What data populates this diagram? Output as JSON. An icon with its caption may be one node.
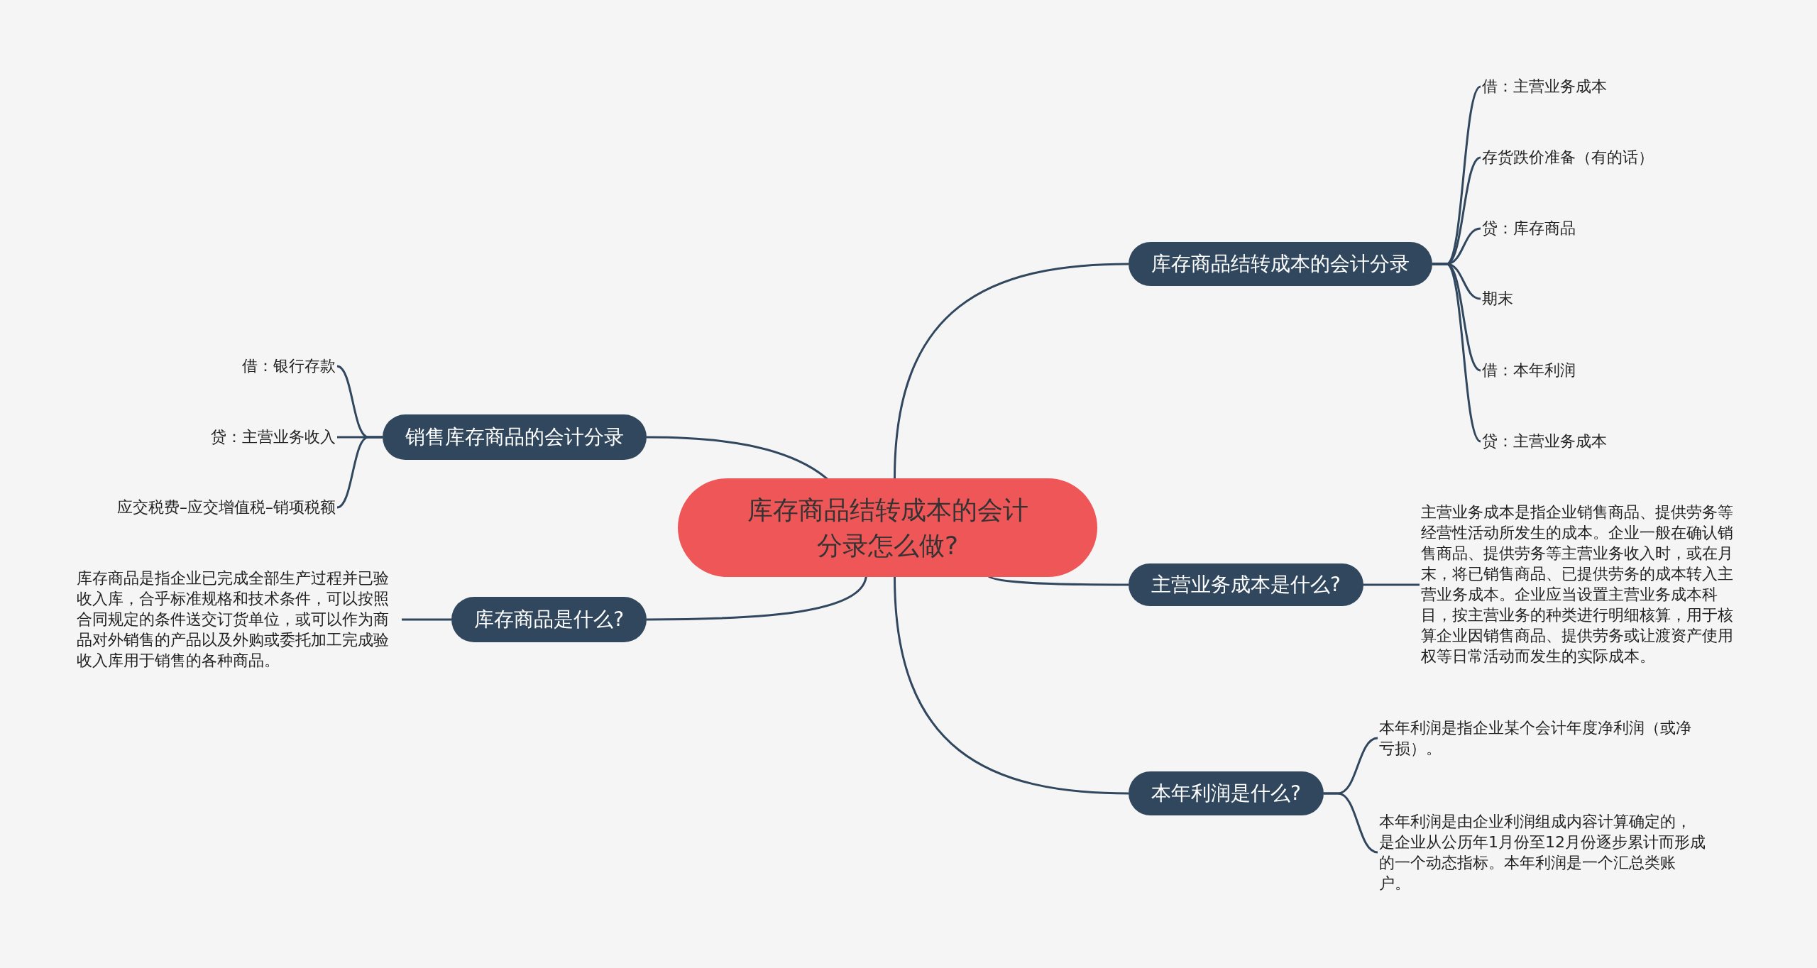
{
  "diagram": {
    "nodes": [
      {
        "text": [
          "库存商品结转成本的会计分录怎么做?"
        ]
      },
      {
        "text": [
          "销售库存商品的会计分录"
        ]
      },
      {
        "text": [
          "借：银行存款"
        ]
      },
      {
        "text": [
          "贷：主营业务收入"
        ]
      },
      {
        "text": [
          "应交税费–应交增值税–销项税额"
        ]
      },
      {
        "text": [
          "库存商品是什么?"
        ]
      },
      {
        "text": [
          "库存商品是指企业已完成全部生产过程并已验收入库，合乎标准规格和技术条件，可以按照合同规定的条件送交订货单位，或可以作为商品对外销售的产品以及外购或委托加工完成验收入库用于销售的各种商品。"
        ]
      },
      {
        "text": [
          "库存商品结转成本的会计分录"
        ]
      },
      {
        "text": [
          "借：主营业务成本"
        ]
      },
      {
        "text": [
          "存货跌价准备（有的话）"
        ]
      },
      {
        "text": [
          "贷：库存商品"
        ]
      },
      {
        "text": [
          "期末"
        ]
      },
      {
        "text": [
          "借：本年利润"
        ]
      },
      {
        "text": [
          "贷：主营业务成本"
        ]
      },
      {
        "text": [
          "主营业务成本是什么?"
        ]
      },
      {
        "text": [
          "主营业务成本是指企业销售商品、提供劳务等经营性活动所发生的成本。企业一般在确认销售商品、提供劳务等主营业务收入时，或在月末，将已销售商品、已提供劳务的成本转入主营业务成本。企业应当设置主营业务成本科目，按主营业务的种类进行明细核算，用于核算企业因销售商品、提供劳务或让渡资产使用权等日常活动而发生的实际成本。"
        ]
      },
      {
        "text": [
          "本年利润是什么?"
        ]
      },
      {
        "text": [
          "本年利润是指企业某个会计年度净利润（或净亏损）。"
        ]
      },
      {
        "text": [
          "本年利润是由企业利润组成内容计算确定的，是企业从公历年1月份至12月份逐步累计而形成的一个动态指标。本年利润是一个汇总类账户。"
        ]
      }
    ],
    "edges": [
      {
        "from": 0,
        "to": 1,
        "arrow": "none"
      },
      {
        "from": 1,
        "to": 2,
        "arrow": "none"
      },
      {
        "from": 1,
        "to": 3,
        "arrow": "none"
      },
      {
        "from": 1,
        "to": 4,
        "arrow": "none"
      },
      {
        "from": 0,
        "to": 5,
        "arrow": "none"
      },
      {
        "from": 5,
        "to": 6,
        "arrow": "none"
      },
      {
        "from": 0,
        "to": 7,
        "arrow": "none"
      },
      {
        "from": 7,
        "to": 8,
        "arrow": "none"
      },
      {
        "from": 7,
        "to": 9,
        "arrow": "none"
      },
      {
        "from": 7,
        "to": 10,
        "arrow": "none"
      },
      {
        "from": 7,
        "to": 11,
        "arrow": "none"
      },
      {
        "from": 7,
        "to": 12,
        "arrow": "none"
      },
      {
        "from": 7,
        "to": 13,
        "arrow": "none"
      },
      {
        "from": 0,
        "to": 14,
        "arrow": "none"
      },
      {
        "from": 14,
        "to": 15,
        "arrow": "none"
      },
      {
        "from": 0,
        "to": 16,
        "arrow": "none"
      },
      {
        "from": 16,
        "to": 17,
        "arrow": "none"
      },
      {
        "from": 16,
        "to": 18,
        "arrow": "none"
      }
    ]
  }
}
